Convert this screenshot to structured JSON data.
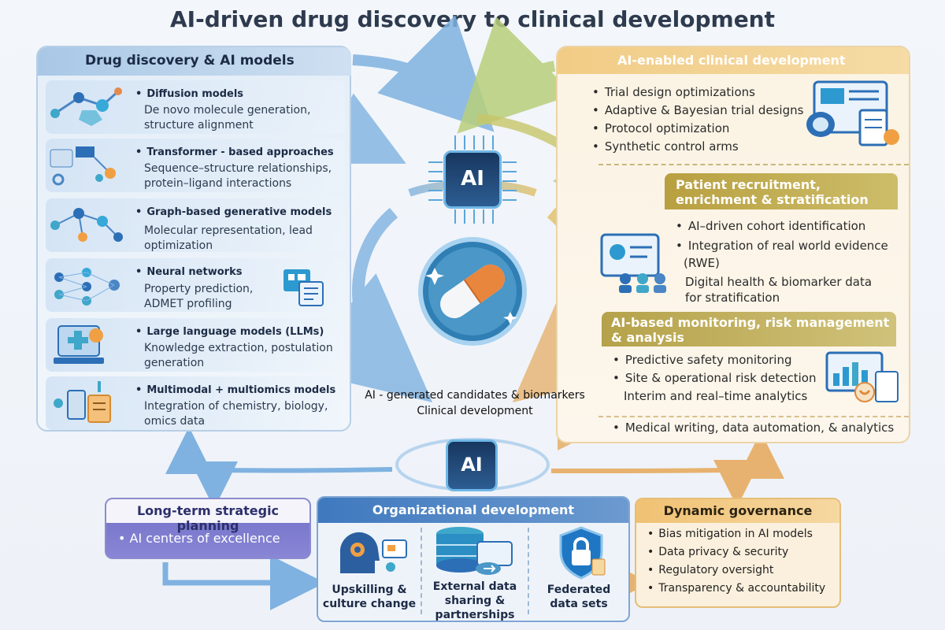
{
  "title": "AI-driven drug discovery to clinical development",
  "drug_discovery": {
    "heading": "Drug discovery & AI models",
    "models": [
      {
        "name": "Diffusion models",
        "desc": "De novo molecule generation, structure alignment",
        "icon": "molecule-icon"
      },
      {
        "name": "Transformer - based approaches",
        "desc": "Sequence–structure relationships, protein–ligand interactions",
        "icon": "network-icon"
      },
      {
        "name": "Graph-based generative models",
        "desc": "Molecular representation, lead optimization",
        "icon": "graph-icon"
      },
      {
        "name": "Neural networks",
        "desc": "Property prediction, ADMET profiling",
        "icon": "neural-network-icon"
      },
      {
        "name": "Large language models (LLMs)",
        "desc": "Knowledge extraction, postulation generation",
        "icon": "laptop-icon"
      },
      {
        "name": "Multimodal + multiomics models",
        "desc": "Integration of chemistry, biology, omics data",
        "icon": "multiomics-icon"
      }
    ]
  },
  "clinical": {
    "heading": "AI-enabled clinical development",
    "trial_items": [
      "Trial design optimizations",
      "Adaptive & Bayesian trial designs",
      "Protocol optimization",
      "Synthetic control arms"
    ],
    "patient_heading_line1": "Patient recruitment,",
    "patient_heading_line2": "enrichment & stratification",
    "patient_item1": "AI–driven cohort identification",
    "patient_item2": "Integration of real world evidence",
    "patient_item2_cont": "(RWE)",
    "patient_item3_line1": "Digital health & biomarker data",
    "patient_item3_line2": "for stratification",
    "monitoring_heading_line1": "AI-based monitoring, risk management",
    "monitoring_heading_line2": "& analysis",
    "monitoring_items": [
      "Predictive safety monitoring",
      "Site & operational risk detection"
    ],
    "monitoring_item3": "Interim and real–time analytics",
    "medical_writing": "Medical writing, data automation, & analytics"
  },
  "center": {
    "chip_label": "AI",
    "candidates_line1": "AI - generated candidates & biomarkers",
    "candidates_line2": "Clinical development",
    "bottom_chip_label": "AI"
  },
  "strategic": {
    "heading": "Long-term strategic planning",
    "item": "AI centers of excellence"
  },
  "organizational": {
    "heading": "Organizational development",
    "columns": [
      {
        "line1": "Upskilling &",
        "line2": "culture change",
        "icon": "head-gear-icon"
      },
      {
        "line1": "External data",
        "line2": "sharing &",
        "line3": "partnerships",
        "icon": "database-icon"
      },
      {
        "line1": "Federated",
        "line2": "data sets",
        "icon": "shield-lock-icon"
      }
    ]
  },
  "governance": {
    "heading": "Dynamic governance",
    "items": [
      "Bias mitigation in AI models",
      "Data privacy & security",
      "Regulatory oversight",
      "Transparency & accountability"
    ]
  },
  "colors": {
    "discovery_blue": "#a9c8e6",
    "clinical_gold": "#f1cc86",
    "patient_olive": "#b8a040",
    "monitoring_olive": "#b5a24a",
    "org_blue": "#3f79be",
    "strategic_purple": "#6e6fc4"
  }
}
